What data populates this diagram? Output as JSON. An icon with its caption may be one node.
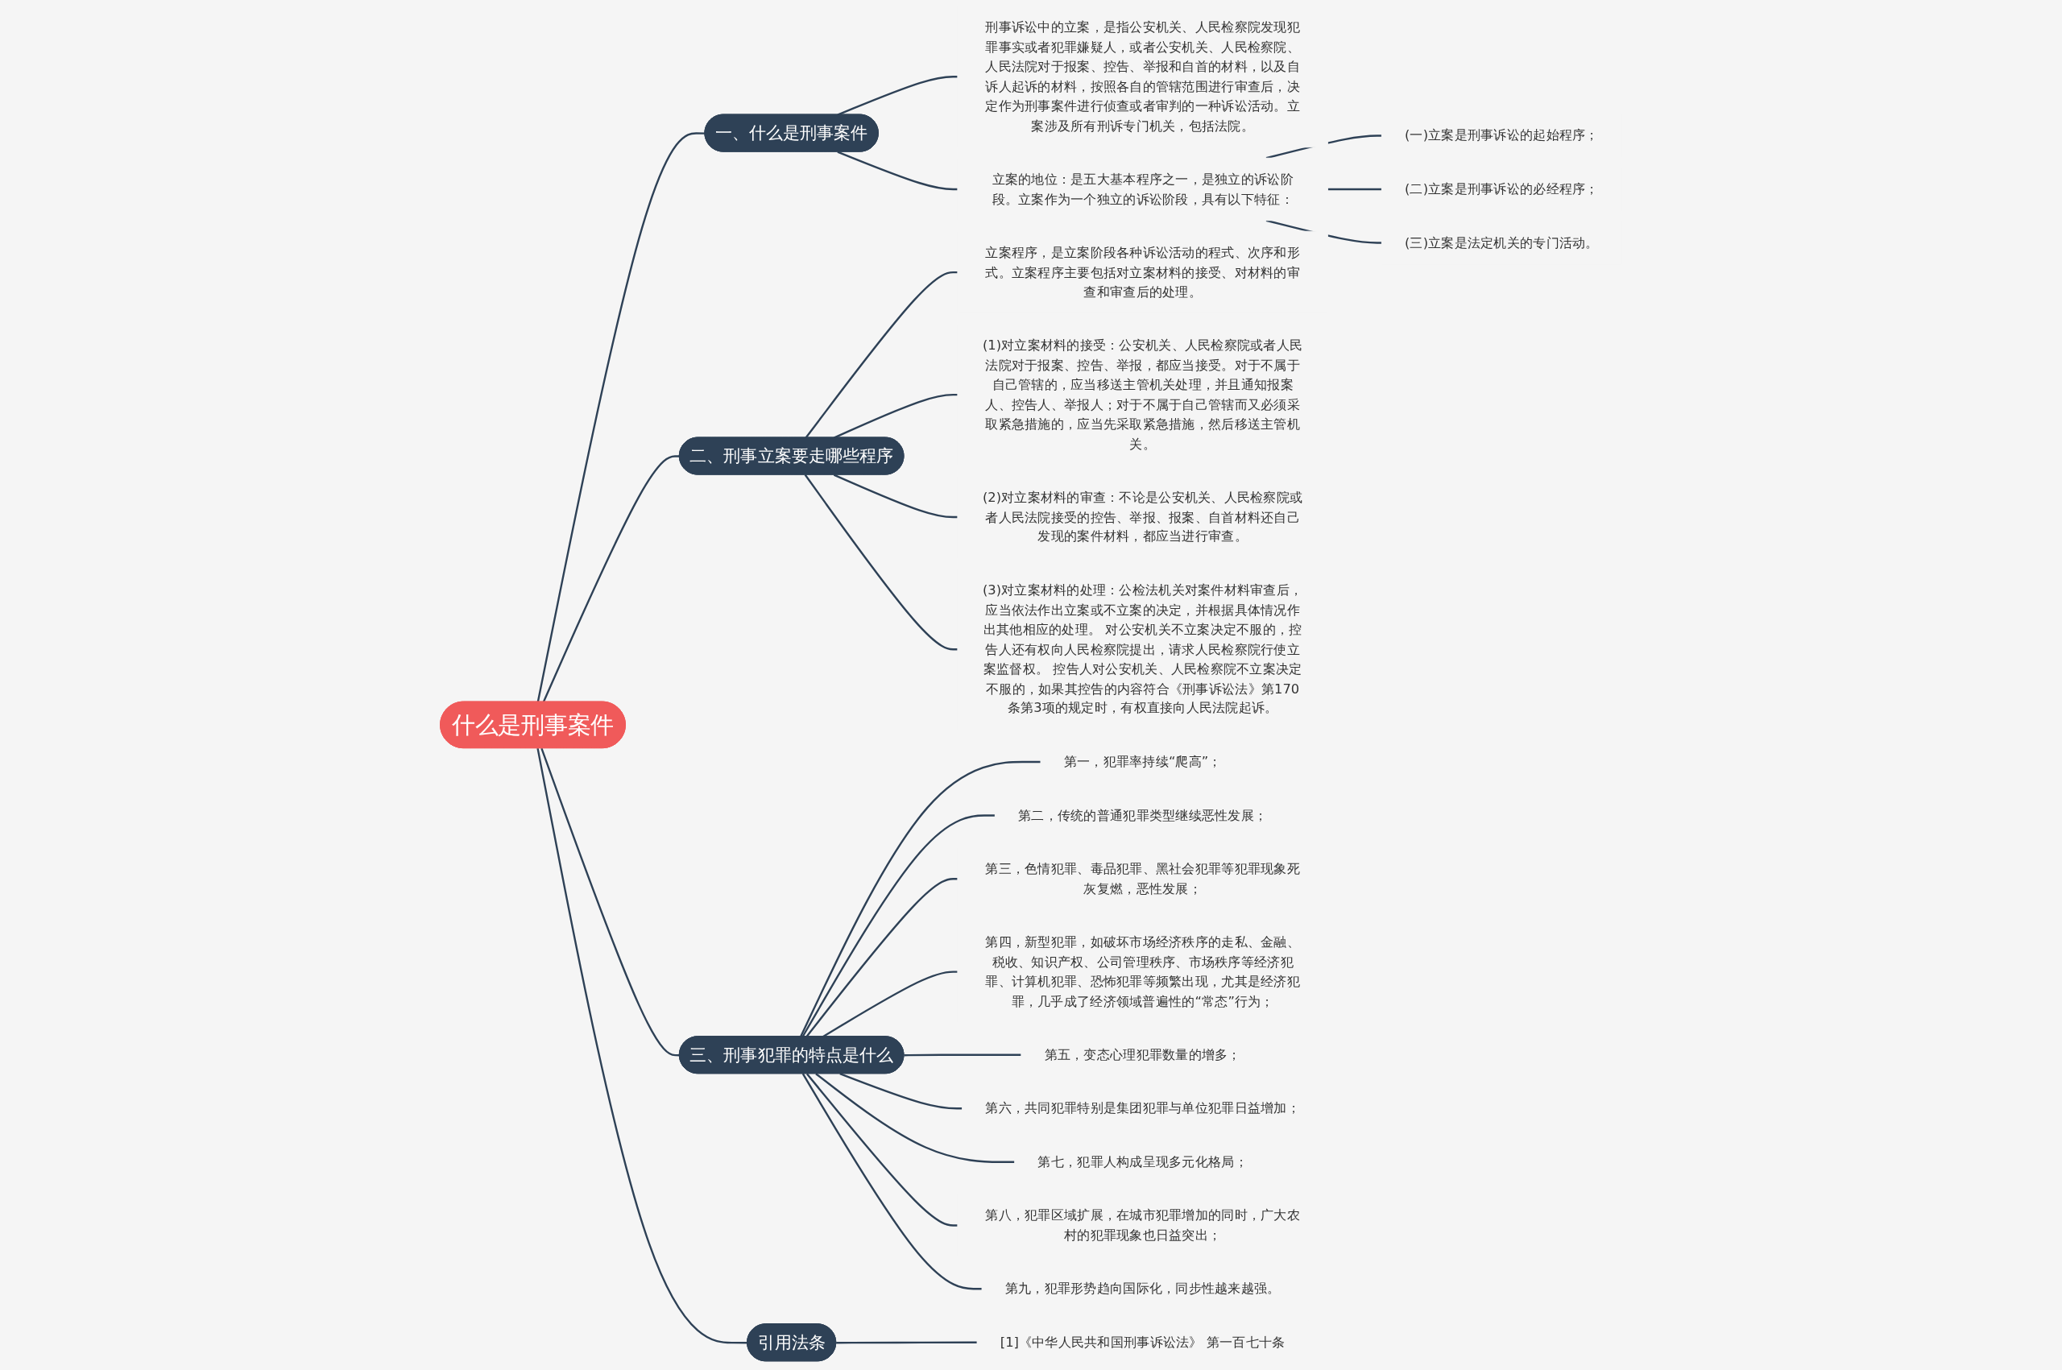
{
  "diagram": {
    "nodes": [
      {
        "text": [
          "什么是刑事案件"
        ]
      },
      {
        "text": [
          "一、什么是刑事案件"
        ]
      },
      {
        "text": [
          "刑事诉讼中的立案，是指公安机关、人民检察院发现犯罪事实或者犯罪嫌疑人，或者公安机关、人民检察院、人民法院对于报案、控告、举报和自首的材料，以及自诉人起诉的材料，按照各自的管辖范围进行审查后，决定作为刑事案件进行侦查或者审判的一种诉讼活动。立案涉及所有刑诉专门机关，包括法院。"
        ]
      },
      {
        "text": [
          "立案的地位：是五大基本程序之一，是独立的诉讼阶段。立案作为一个独立的诉讼阶段，具有以下特征："
        ]
      },
      {
        "text": [
          "(一)立案是刑事诉讼的起始程序；"
        ]
      },
      {
        "text": [
          "(二)立案是刑事诉讼的必经程序；"
        ]
      },
      {
        "text": [
          "(三)立案是法定机关的专门活动。"
        ]
      },
      {
        "text": [
          "二、刑事立案要走哪些程序"
        ]
      },
      {
        "text": [
          "立案程序，是立案阶段各种诉讼活动的程式、次序和形式。立案程序主要包括对立案材料的接受、对材料的审查和审查后的处理。"
        ]
      },
      {
        "text": [
          "(1)对立案材料的接受：公安机关、人民检察院或者人民法院对于报案、控告、举报，都应当接受。对于不属于自己管辖的，应当移送主管机关处理，并且通知报案人、控告人、举报人；对于不属于自己管辖而又必须采取紧急措施的，应当先采取紧急措施，然后移送主管机关。"
        ]
      },
      {
        "text": [
          "(2)对立案材料的审查：不论是公安机关、人民检察院或者人民法院接受的控告、举报、报案、自首材料还自己发现的案件材料，都应当进行审查。"
        ]
      },
      {
        "text": [
          "(3)对立案材料的处理：公检法机关对案件材料审查后，应当依法作出立案或不立案的决定，并根据具体情况作出其他相应的处理。 对公安机关不立案决定不服的，控告人还有权向人民检察院提出，请求人民检察院行使立案监督权。 控告人对公安机关、人民检察院不立案决定不服的，如果其控告的内容符合《刑事诉讼法》第170条第3项的规定时，有权直接向人民法院起诉。"
        ]
      },
      {
        "text": [
          "三、刑事犯罪的特点是什么"
        ]
      },
      {
        "text": [
          "第一，犯罪率持续“爬高”；"
        ]
      },
      {
        "text": [
          "第二，传统的普通犯罪类型继续恶性发展；"
        ]
      },
      {
        "text": [
          "第三，色情犯罪、毒品犯罪、黑社会犯罪等犯罪现象死灰复燃，恶性发展；"
        ]
      },
      {
        "text": [
          "第四，新型犯罪，如破坏市场经济秩序的走私、金融、税收、知识产权、公司管理秩序、市场秩序等经济犯罪、计算机犯罪、恐怖犯罪等频繁出现，尤其是经济犯罪，几乎成了经济领域普遍性的“常态”行为；"
        ]
      },
      {
        "text": [
          "第五，变态心理犯罪数量的增多；"
        ]
      },
      {
        "text": [
          "第六，共同犯罪特别是集团犯罪与单位犯罪日益增加；"
        ]
      },
      {
        "text": [
          "第七，犯罪人构成呈现多元化格局；"
        ]
      },
      {
        "text": [
          "第八，犯罪区域扩展，在城市犯罪增加的同时，广大农村的犯罪现象也日益突出；"
        ]
      },
      {
        "text": [
          "第九，犯罪形势趋向国际化，同步性越来越强。"
        ]
      },
      {
        "text": [
          "引用法条"
        ]
      },
      {
        "text": [
          "[1]《中华人民共和国刑事诉讼法》 第一百七十条"
        ]
      }
    ],
    "edges": [
      {
        "from": 0,
        "to": 1,
        "arrow": "none"
      },
      {
        "from": 1,
        "to": 2,
        "arrow": "none"
      },
      {
        "from": 1,
        "to": 3,
        "arrow": "none"
      },
      {
        "from": 3,
        "to": 4,
        "arrow": "none"
      },
      {
        "from": 3,
        "to": 5,
        "arrow": "none"
      },
      {
        "from": 3,
        "to": 6,
        "arrow": "none"
      },
      {
        "from": 0,
        "to": 7,
        "arrow": "none"
      },
      {
        "from": 7,
        "to": 8,
        "arrow": "none"
      },
      {
        "from": 7,
        "to": 9,
        "arrow": "none"
      },
      {
        "from": 7,
        "to": 10,
        "arrow": "none"
      },
      {
        "from": 7,
        "to": 11,
        "arrow": "none"
      },
      {
        "from": 0,
        "to": 12,
        "arrow": "none"
      },
      {
        "from": 12,
        "to": 13,
        "arrow": "none"
      },
      {
        "from": 12,
        "to": 14,
        "arrow": "none"
      },
      {
        "from": 12,
        "to": 15,
        "arrow": "none"
      },
      {
        "from": 12,
        "to": 16,
        "arrow": "none"
      },
      {
        "from": 12,
        "to": 17,
        "arrow": "none"
      },
      {
        "from": 12,
        "to": 18,
        "arrow": "none"
      },
      {
        "from": 12,
        "to": 19,
        "arrow": "none"
      },
      {
        "from": 12,
        "to": 20,
        "arrow": "none"
      },
      {
        "from": 12,
        "to": 21,
        "arrow": "none"
      },
      {
        "from": 0,
        "to": 22,
        "arrow": "none"
      },
      {
        "from": 22,
        "to": 23,
        "arrow": "none"
      }
    ]
  }
}
